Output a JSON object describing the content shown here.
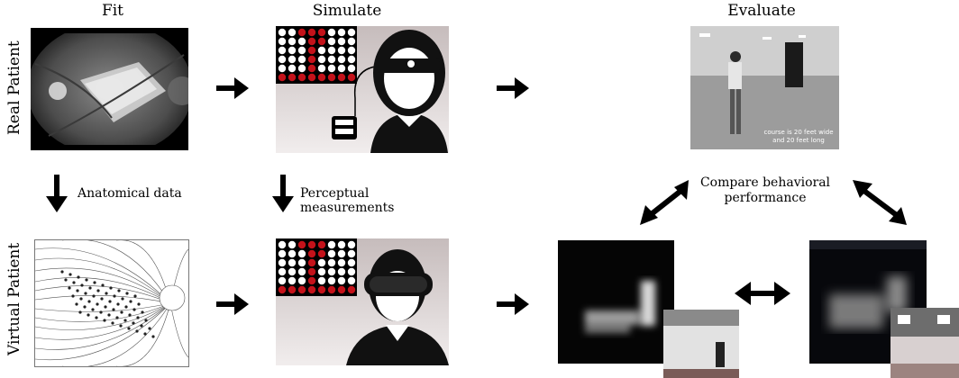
{
  "columns": {
    "fit": "Fit",
    "simulate": "Simulate",
    "evaluate": "Evaluate"
  },
  "rows": {
    "real": "Real Patient",
    "virtual": "Virtual Patient"
  },
  "annotations": {
    "anatomical": "Anatomical data",
    "perceptual": "Perceptual measurements",
    "compare": "Compare behavioral performance"
  },
  "photo_caption": {
    "line1": "course is 20 feet wide",
    "line2": "and 20 feet long"
  },
  "colors": {
    "dot_red": "#c4121a",
    "dot_white": "#ffffff",
    "panel_bg_top": "#bfb4b4",
    "panel_bg_bottom": "#efe9e9"
  }
}
